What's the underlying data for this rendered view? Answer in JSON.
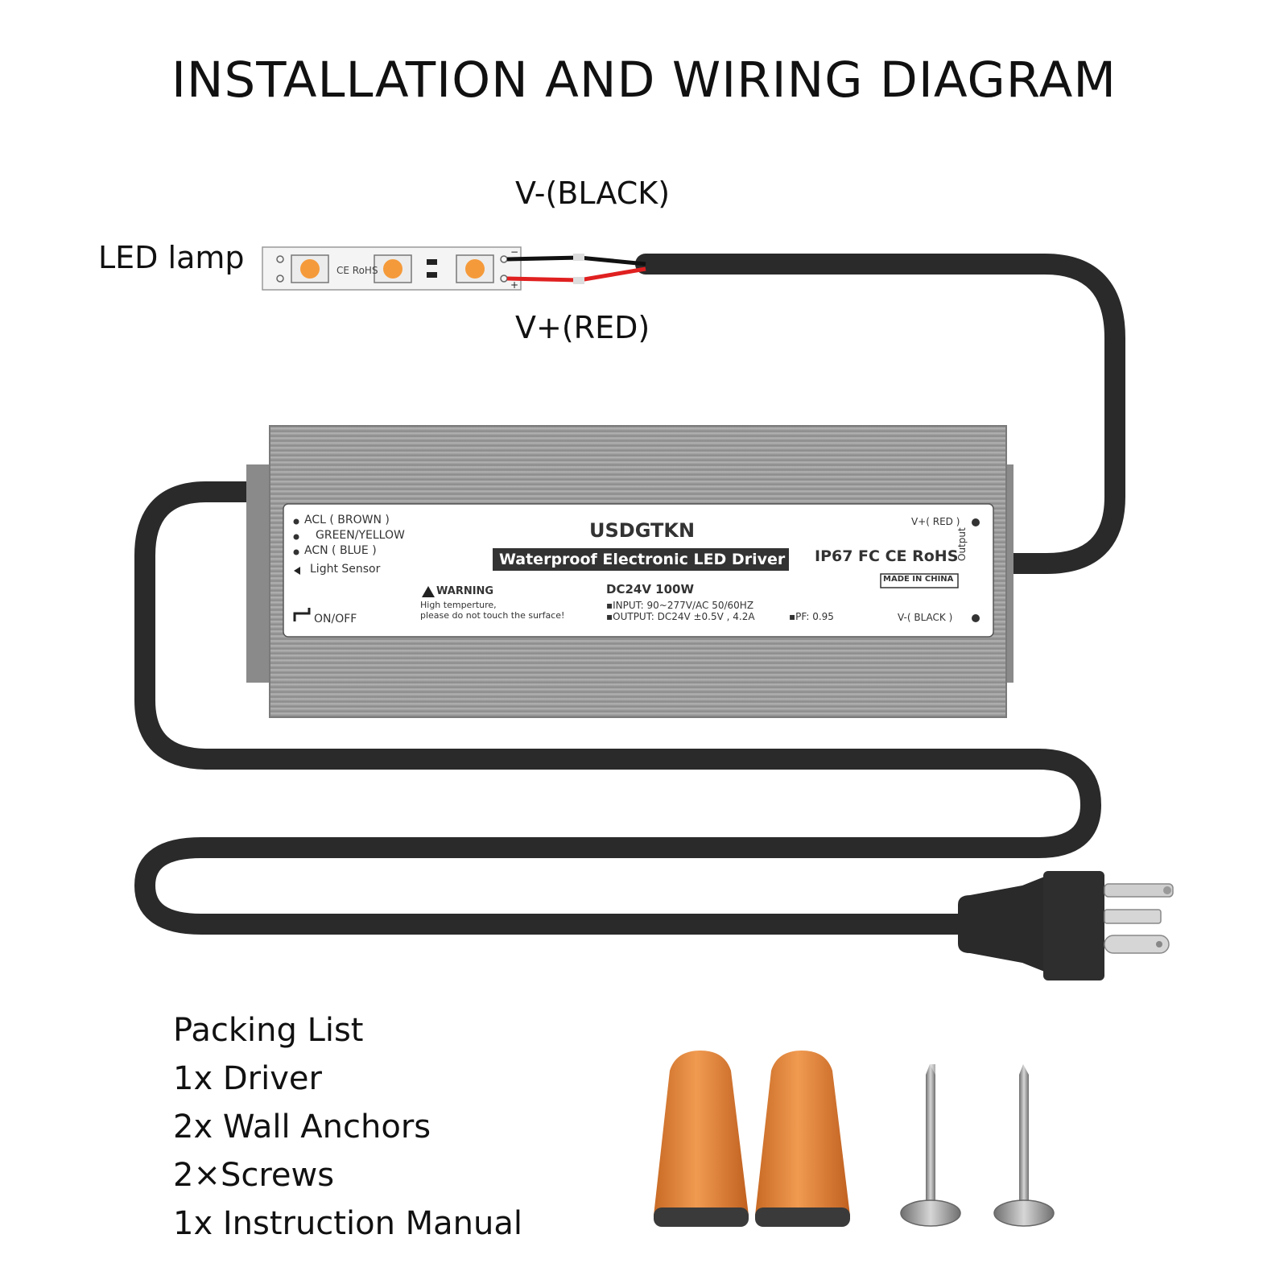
{
  "title": "INSTALLATION AND WIRING DIAGRAM",
  "labels": {
    "led_lamp": "LED lamp",
    "v_minus": "V-(BLACK)",
    "v_plus": "V+(RED)"
  },
  "strip": {
    "marking": "CE RoHS",
    "minus": "−",
    "plus": "+"
  },
  "driver": {
    "brand": "USDGTKN",
    "product": "Waterproof Electronic LED Driver",
    "inputs": [
      "ACL ( BROWN )",
      "GREEN/YELLOW",
      "ACN ( BLUE )",
      "Light Sensor"
    ],
    "switch_label": "ON/OFF",
    "warning_title": "WARNING",
    "warning_text_1": "High temperture,",
    "warning_text_2": "please do not touch the surface!",
    "model": "DC24V  100W",
    "input_spec": "▪INPUT: 90~277V/AC  50/60HZ",
    "output_spec": "▪OUTPUT: DC24V ±0.5V , 4.2A",
    "pf": "▪PF: 0.95",
    "certs": "IP67 FC CE RoHS",
    "made_in": "MADE IN CHINA",
    "output_label": "Output",
    "out_plus": "V+( RED )",
    "out_minus": "V-( BLACK )"
  },
  "packing": {
    "header": "Packing List",
    "items": [
      "1x Driver",
      "2x Wall Anchors",
      "2×Screws",
      "1x Instruction Manual"
    ]
  },
  "colors": {
    "cable": "#2a2a2a",
    "wire_red": "#e02020",
    "wire_black": "#111111",
    "led": "#f59a3a",
    "connector": "#e07b35",
    "housing": "#9a9a9a"
  }
}
